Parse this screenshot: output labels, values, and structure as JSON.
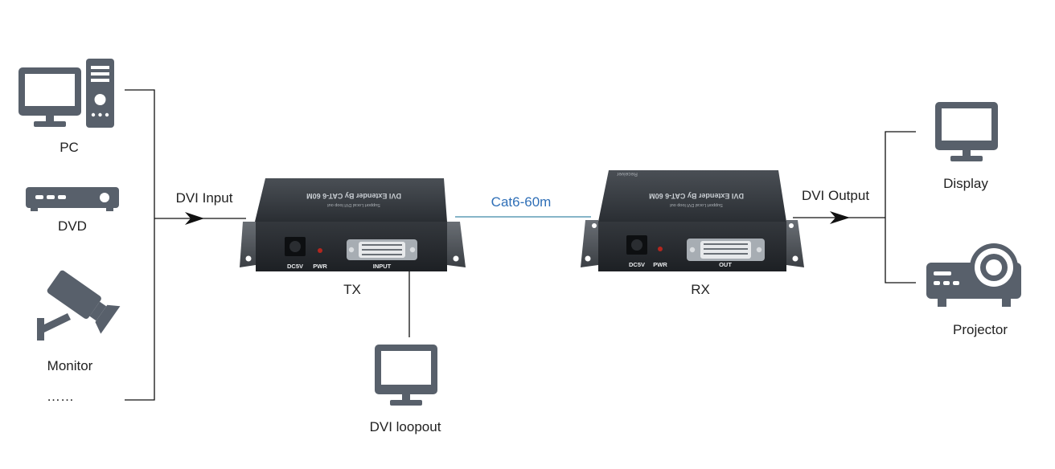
{
  "sources": {
    "pc": "PC",
    "dvd": "DVD",
    "monitor": "Monitor",
    "more": "……"
  },
  "links": {
    "dvi_input": "DVI Input",
    "cable": "Cat6-60m",
    "dvi_output": "DVI Output"
  },
  "tx": {
    "label": "TX",
    "top_title": "DVI Extender By CAT-6 60M",
    "top_sub": "Support Local DVI loop out",
    "port_dc": "DC5V",
    "port_pwr": "PWR",
    "port_dvi": "INPUT"
  },
  "rx": {
    "label": "RX",
    "top_title": "DVI Extender By CAT-6 60M",
    "top_sub": "Support Local DVI loop out",
    "top_tag": "Receiver",
    "port_dc": "DC5V",
    "port_pwr": "PWR",
    "port_dvi": "OUT"
  },
  "loopout": {
    "label": "DVI loopout"
  },
  "outputs": {
    "display": "Display",
    "projector": "Projector"
  },
  "colors": {
    "icon": "#58606b",
    "device": "#2b2f34",
    "line": "#111111",
    "cable": "#2f6fb7"
  }
}
